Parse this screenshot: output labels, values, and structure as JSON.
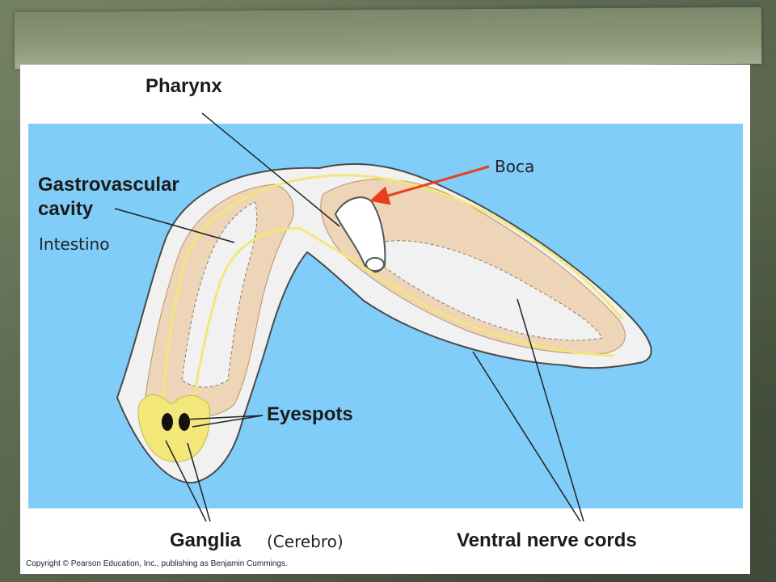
{
  "labels": {
    "pharynx": "Pharynx",
    "gastrovascular_cavity": "Gastrovascular\ncavity",
    "eyespots": "Eyespots",
    "ganglia": "Ganglia",
    "ventral_nerve_cords": "Ventral nerve cords"
  },
  "annotations": {
    "boca": "Boca",
    "intestino": "Intestino",
    "cerebro": "(Cerebro)"
  },
  "copyright": "Copyright © Pearson Education, Inc., publishing as Benjamin Cummings.",
  "colors": {
    "water": "#80cdfa",
    "body": "#f1f1f1",
    "gut": "#eed5b8",
    "nerve": "#f3e77a",
    "arrow": "#e8401c",
    "background": "#5f6b52"
  }
}
